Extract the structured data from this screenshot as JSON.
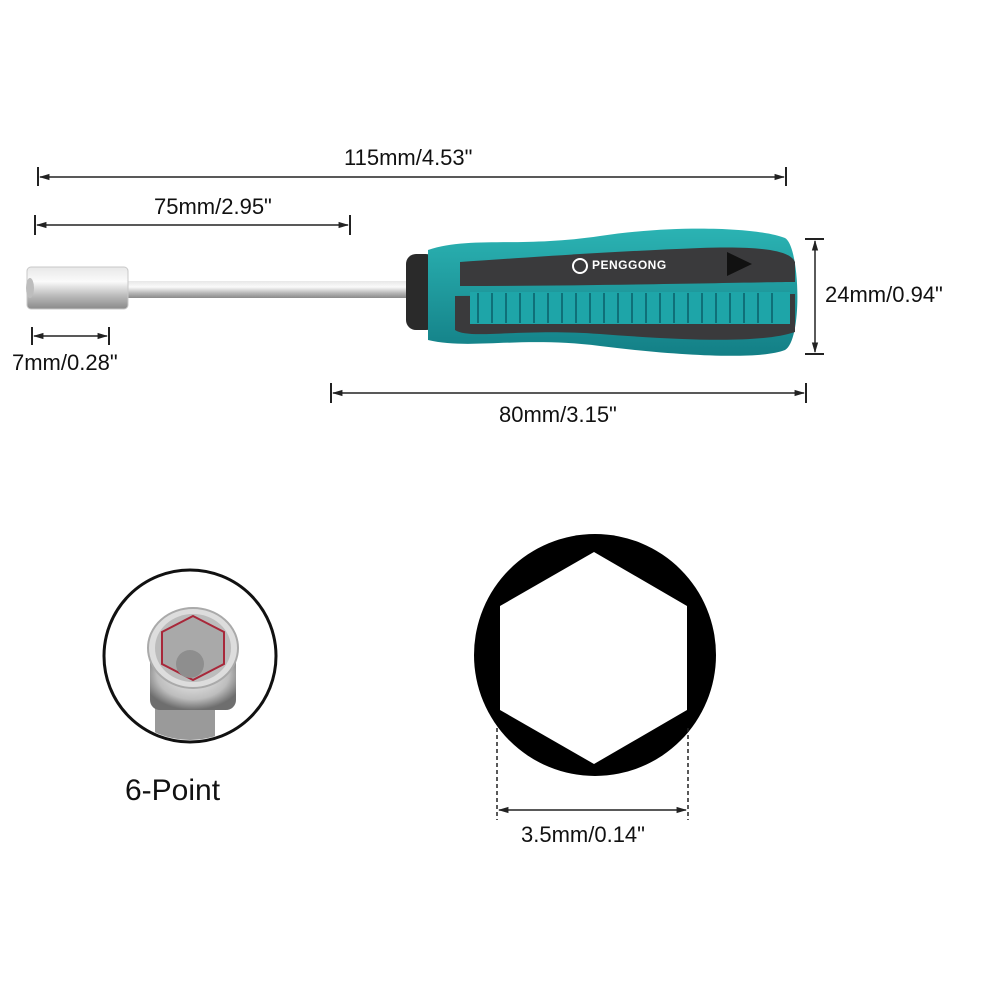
{
  "dimensions": {
    "overall_length": "115mm/4.53\"",
    "shaft_length": "75mm/2.95\"",
    "socket_length": "7mm/0.28\"",
    "handle_length": "80mm/3.15\"",
    "handle_diameter": "24mm/0.94\"",
    "hex_size": "3.5mm/0.14\""
  },
  "product": {
    "brand": "PENGGONG",
    "handle_color": "#1a9a9a",
    "handle_dark": "#3a3a3c"
  },
  "detail": {
    "socket_type_label": "6-Point"
  }
}
